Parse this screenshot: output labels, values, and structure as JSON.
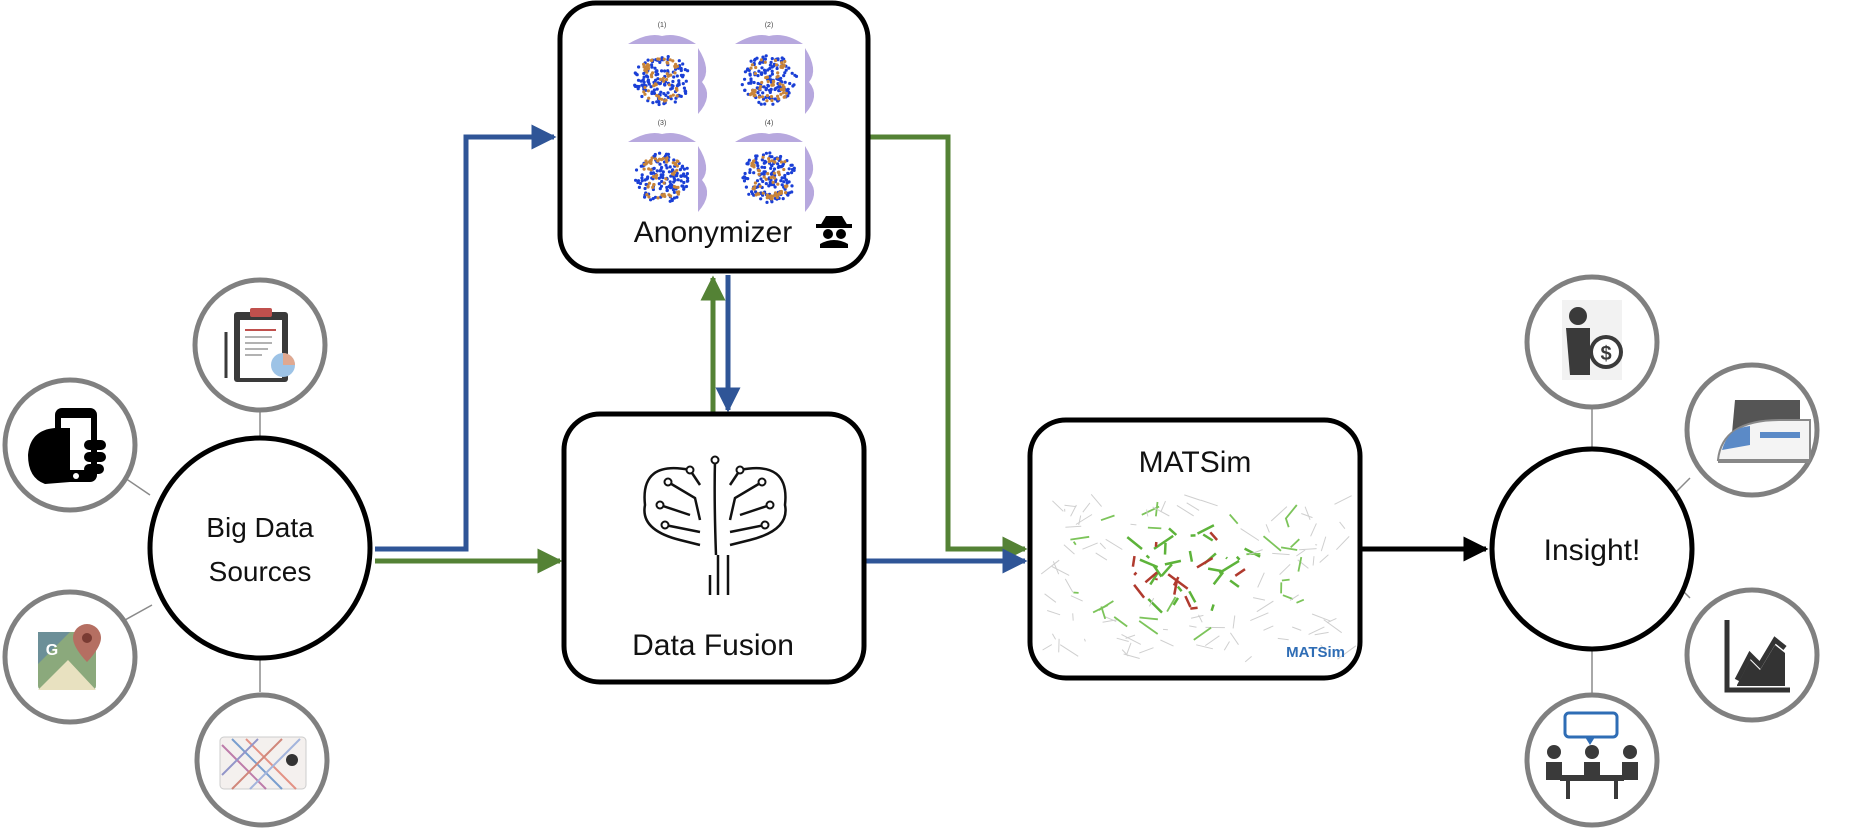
{
  "nodes": {
    "big_data": {
      "line1": "Big Data",
      "line2": "Sources"
    },
    "anonymizer": {
      "label": "Anonymizer",
      "panels": [
        "(1)",
        "(2)",
        "(3)",
        "(4)"
      ]
    },
    "data_fusion": {
      "label": "Data Fusion"
    },
    "matsim": {
      "label": "MATSim",
      "logo": "MATSim"
    },
    "insight": {
      "label": "Insight!"
    }
  },
  "sources": [
    {
      "icon": "smartphone-icon"
    },
    {
      "icon": "clipboard-report-icon"
    },
    {
      "icon": "google-maps-icon"
    },
    {
      "icon": "transit-card-icon"
    }
  ],
  "outcomes": [
    {
      "icon": "investor-money-icon"
    },
    {
      "icon": "train-icon"
    },
    {
      "icon": "growth-chart-icon"
    },
    {
      "icon": "meeting-icon"
    }
  ],
  "colors": {
    "blue_arrow": "#2F5597",
    "green_arrow": "#548235",
    "black": "#000000",
    "satellite_ring": "#7f7f7f",
    "orange_points": "#C8843A",
    "scatter_blue": "#1A3FD6"
  }
}
